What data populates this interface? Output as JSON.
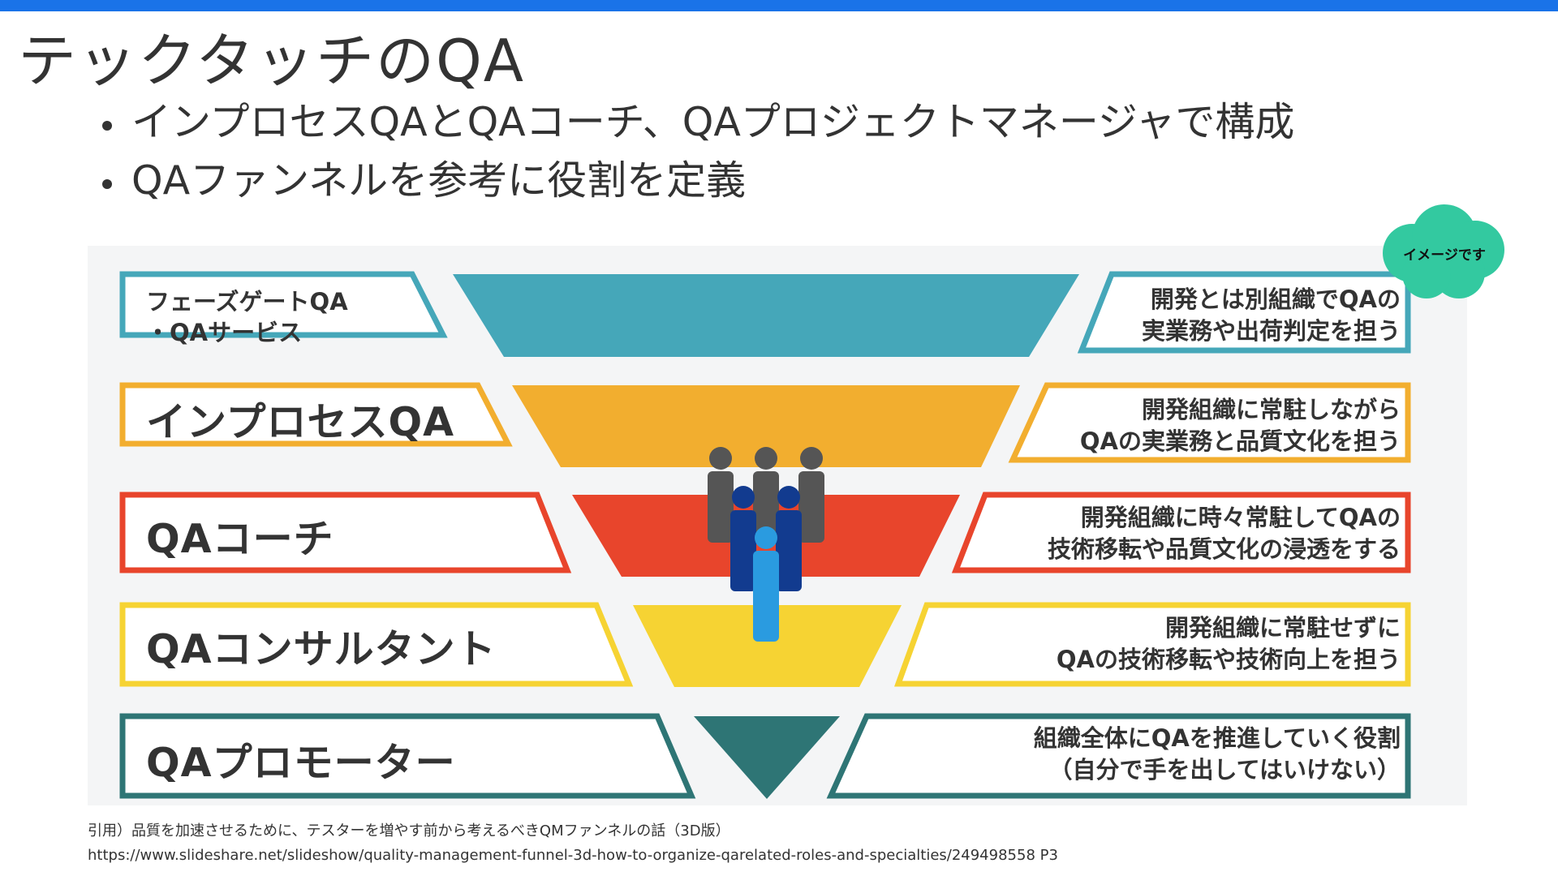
{
  "slide": {
    "title": "テックタッチのQA",
    "bullets": [
      "インプロセスQAとQAコーチ、QAプロジェクトマネージャで構成",
      "QAファンネルを参考に役割を定義"
    ]
  },
  "callout": {
    "text": "イメージです",
    "color": "#33c9a0"
  },
  "funnel": {
    "tiers": [
      {
        "label_lines": [
          "フェーズゲートQA",
          "・QAサービス"
        ],
        "desc_lines": [
          "開発とは別組織でQAの",
          "実業務や出荷判定を担う"
        ],
        "color": "#45a7b9"
      },
      {
        "label_lines": [
          "インプロセスQA"
        ],
        "desc_lines": [
          "開発組織に常駐しながら",
          "QAの実業務と品質文化を担う"
        ],
        "color": "#f2ae2f"
      },
      {
        "label_lines": [
          "QAコーチ"
        ],
        "desc_lines": [
          "開発組織に時々常駐してQAの",
          "技術移転や品質文化の浸透をする"
        ],
        "color": "#e8452c"
      },
      {
        "label_lines": [
          "QAコンサルタント"
        ],
        "desc_lines": [
          "開発組織に常駐せずに",
          "QAの技術移転や技術向上を担う"
        ],
        "color": "#f6d333"
      },
      {
        "label_lines": [
          "QAプロモーター"
        ],
        "desc_lines": [
          "組織全体にQAを推進していく役割",
          "（自分で手を出してはいけない）"
        ],
        "color": "#2e7575"
      }
    ],
    "people_icon": "people-group-icon"
  },
  "citation": {
    "line1": "引用）品質を加速させるために、テスターを増やす前から考えるべきQMファンネルの話（3D版）",
    "line2": "https://www.slideshare.net/slideshow/quality-management-funnel-3d-how-to-organize-qarelated-roles-and-specialties/249498558 P3"
  }
}
